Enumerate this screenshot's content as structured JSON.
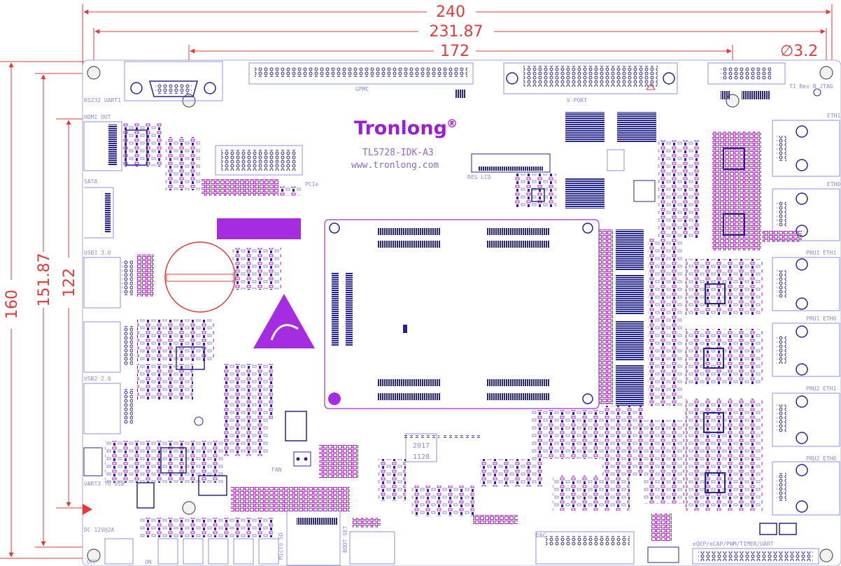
{
  "dimensions": {
    "width_total": "240",
    "width_holes": "231.87",
    "width_inner": "172",
    "hole_dia": "∅3.2",
    "height_total": "160",
    "height_holes": "151.87",
    "height_inner": "122"
  },
  "brand": {
    "name": "Tronlong",
    "mark": "®",
    "model": "TL5728-IDK-A3",
    "url": "www.tronlong.com"
  },
  "connectors": {
    "gpmc": "GPMC",
    "vport": "V-PORT",
    "pcie": "PCIe",
    "res_lcd": "RES LCD",
    "fan": "FAN",
    "micro_sd": "Micro SD",
    "boot_set": "BOOT SET",
    "dac": "DAC",
    "eqep": "eQEP/eCAP/PWM/TIMER/UART",
    "ti_jtag": "TI Rev B JTAG",
    "date_year": "2017",
    "date_code": "1128"
  },
  "left_labels": {
    "rs232": "RS232 UART1",
    "hdmi": "HDMI OUT",
    "sata": "SATA",
    "usb3": "USB1 3.0",
    "usb2": "USB2 2.0",
    "uart3": "UART3 TO USB",
    "dc": "DC 12V@2A",
    "off": "OFF",
    "on": "ON"
  },
  "right_labels": {
    "eth1": "ETH1",
    "eth0": "ETH0",
    "pru1_eth1": "PRU1 ETH1",
    "pru1_eth0": "PRU1 ETH0",
    "pru2_eth1": "PRU2 ETH1",
    "pru2_eth0": "PRU2 ETH0"
  },
  "colors": {
    "dimension": "#e23a3a",
    "silkscreen": "#8a8ad8",
    "magenta": "#b01ec8",
    "navy": "#25258a",
    "brand": "#9a1fd0"
  }
}
